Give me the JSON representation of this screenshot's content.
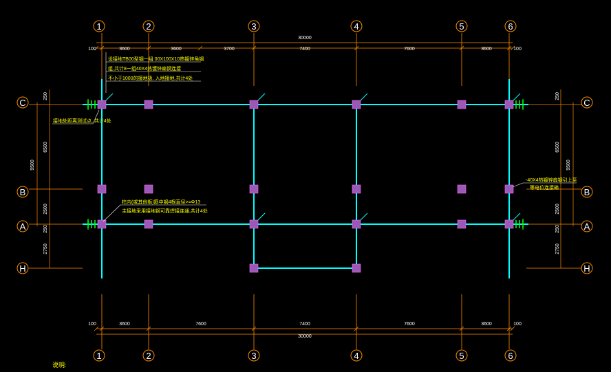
{
  "axes": {
    "numbered": [
      "1",
      "2",
      "3",
      "4",
      "5",
      "6"
    ],
    "lettered_left": [
      "C",
      "B",
      "A",
      "H"
    ],
    "lettered_right": [
      "C",
      "B",
      "A",
      "H"
    ]
  },
  "dimensions": {
    "top_total": "30000",
    "top_segments": [
      "100",
      "3600",
      "3600",
      "3700",
      "7400",
      "7600",
      "3600",
      "100"
    ],
    "bottom_total": "30000",
    "bottom_segments": [
      "100",
      "3600",
      "7600",
      "7400",
      "7600",
      "3600",
      "100"
    ],
    "left_segments": [
      "250",
      "6500",
      "2500",
      "250",
      "2750"
    ],
    "left_total": "9500",
    "right_segments": [
      "250",
      "6500",
      "2500",
      "250",
      "2750"
    ],
    "right_total": "9500"
  },
  "notes": {
    "top_line1": "设接地TB00型钢一组 00X100X10热镀锌角钢",
    "top_line2": "组,共计8一组40X4热镀锌扁钢连接",
    "top_line3": "不小于1000的接地极, 入地接地,共计4处",
    "left_note": "接地处距离测试点, 共计4处",
    "mid_note_line1": "柱内(或其他板)筋中钢4根直径>=Φ13",
    "mid_note_line2": "主接地采用接地钢可靠焊接连通,共计4处",
    "right_note_line1": "-40X4热镀锌扁钢引上至",
    "right_note_line2": "等电位连接箱",
    "bottom_label": "说明:"
  },
  "colors": {
    "axis_line": "#ff8c00",
    "conductor": "#00ffff",
    "column": "#9b59b6",
    "electrode": "#00ff00",
    "dimension": "#ff8c00",
    "note": "#ffff00"
  }
}
